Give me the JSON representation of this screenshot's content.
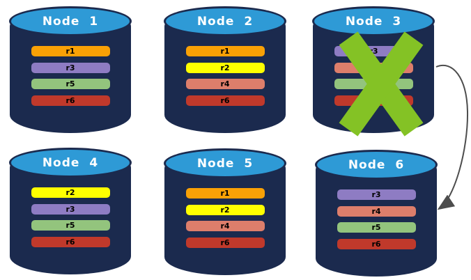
{
  "colors": {
    "cylinder_body": "#1B2A4E",
    "cylinder_top": "#2E9AD6",
    "failure_x": "#84C225",
    "arrow": "#4D4D4D",
    "node_title_text": "#FFFFFF",
    "replica_text": "#000000"
  },
  "nodes": [
    {
      "label": "Node 1",
      "replicas": [
        {
          "label": "r1",
          "color": "#F9A106"
        },
        {
          "label": "r3",
          "color": "#8E7CC3"
        },
        {
          "label": "r5",
          "color": "#93C47D"
        },
        {
          "label": "r6",
          "color": "#C0392B"
        }
      ]
    },
    {
      "label": "Node 2",
      "replicas": [
        {
          "label": "r1",
          "color": "#F9A106"
        },
        {
          "label": "r2",
          "color": "#FFFF00"
        },
        {
          "label": "r4",
          "color": "#DD7E6B"
        },
        {
          "label": "r6",
          "color": "#C0392B"
        }
      ]
    },
    {
      "label": "Node 3",
      "failed": true,
      "replicas": [
        {
          "label": "r3",
          "color": "#8E7CC3"
        },
        {
          "label": "r4",
          "color": "#DD7E6B"
        },
        {
          "label": "r5",
          "color": "#93C47D"
        },
        {
          "label": "r6",
          "color": "#C0392B"
        }
      ]
    },
    {
      "label": "Node 4",
      "replicas": [
        {
          "label": "r2",
          "color": "#FFFF00"
        },
        {
          "label": "r3",
          "color": "#8E7CC3"
        },
        {
          "label": "r5",
          "color": "#93C47D"
        },
        {
          "label": "r6",
          "color": "#C0392B"
        }
      ]
    },
    {
      "label": "Node 5",
      "replicas": [
        {
          "label": "r1",
          "color": "#F9A106"
        },
        {
          "label": "r2",
          "color": "#FFFF00"
        },
        {
          "label": "r4",
          "color": "#DD7E6B"
        },
        {
          "label": "r6",
          "color": "#C0392B"
        }
      ]
    },
    {
      "label": "Node 6",
      "replicas": [
        {
          "label": "r3",
          "color": "#8E7CC3"
        },
        {
          "label": "r4",
          "color": "#DD7E6B"
        },
        {
          "label": "r5",
          "color": "#93C47D"
        },
        {
          "label": "r6",
          "color": "#C0392B"
        }
      ]
    }
  ],
  "overlay": {
    "x_mark_on": "Node 3",
    "arrow_from": "Node 3",
    "arrow_to": "Node 6"
  }
}
